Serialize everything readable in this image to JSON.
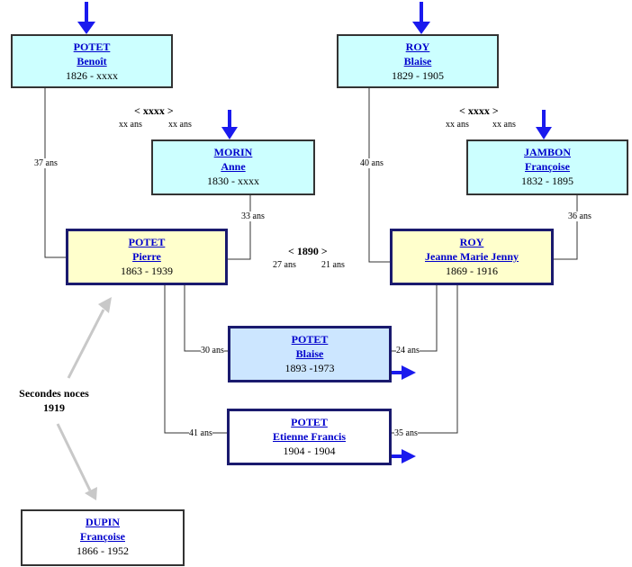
{
  "persons": {
    "potet_benoit": {
      "surname": "POTET",
      "given": "Benoît",
      "dates": "1826 - xxxx"
    },
    "roy_blaise": {
      "surname": "ROY",
      "given": "Blaise",
      "dates": "1829 - 1905"
    },
    "morin_anne": {
      "surname": "MORIN",
      "given": "Anne",
      "dates": "1830 - xxxx"
    },
    "jambon_francoise": {
      "surname": "JAMBON",
      "given": "Françoise",
      "dates": "1832 - 1895"
    },
    "potet_pierre": {
      "surname": "POTET",
      "given": "Pierre",
      "dates": "1863 - 1939"
    },
    "roy_jeanne": {
      "surname": "ROY",
      "given": "Jeanne Marie Jenny",
      "dates": "1869 - 1916"
    },
    "potet_blaise": {
      "surname": "POTET",
      "given": "Blaise",
      "dates": "1893 -1973"
    },
    "potet_etienne": {
      "surname": "POTET",
      "given": "Etienne Francis",
      "dates": "1904 - 1904"
    },
    "dupin_francoise": {
      "surname": "DUPIN",
      "given": "Françoise",
      "dates": "1866 - 1952"
    }
  },
  "unions": {
    "left_parents": {
      "year": "< xxxx >",
      "age1": "xx ans",
      "age2": "xx ans"
    },
    "right_parents": {
      "year": "< xxxx >",
      "age1": "xx ans",
      "age2": "xx ans"
    },
    "main": {
      "year": "< 1890 >",
      "age1": "27 ans",
      "age2": "21 ans"
    }
  },
  "ages": {
    "benoit_at_pierre": "37 ans",
    "anne_at_pierre": "33 ans",
    "blaise_at_jeanne": "40 ans",
    "francoise_at_jeanne": "36 ans",
    "pierre_at_blaise": "30 ans",
    "jeanne_at_blaise": "24 ans",
    "pierre_at_etienne": "41 ans",
    "jeanne_at_etienne": "35 ans"
  },
  "second_marriage": {
    "label": "Secondes noces",
    "year": "1919"
  },
  "colors": {
    "arrow": "#1a1aee",
    "line": "#333333",
    "gray_arrow": "#c8c8c8",
    "cyan_box": "#ccffff",
    "yellow_box": "#ffffcc",
    "blue_box": "#cce6ff",
    "link": "#0000cc"
  }
}
